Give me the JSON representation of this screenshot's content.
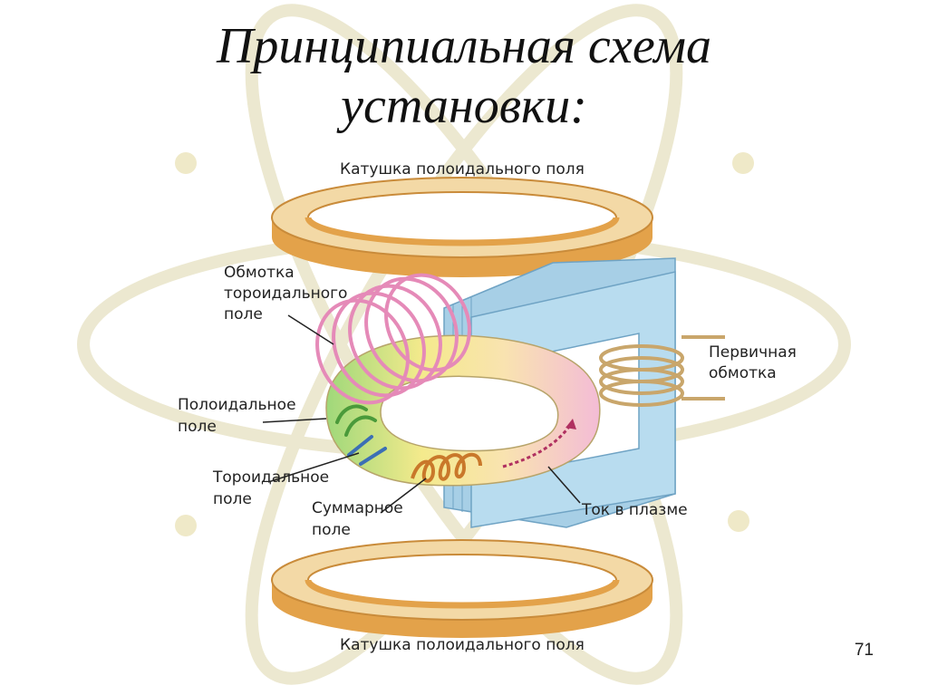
{
  "slide": {
    "title_line1": "Принципиальная схема",
    "title_line2": "установки:",
    "page_number": "71"
  },
  "labels": {
    "top_coil": "Катушка полоидального поля",
    "bottom_coil": "Катушка полоидального поля",
    "toroidal_winding": [
      "Обмотка",
      "тороидального",
      "поле"
    ],
    "poloidal_field": [
      "Полоидальное",
      "поле"
    ],
    "toroidal_field": [
      "Тороидальное",
      "поле"
    ],
    "total_field": [
      "Суммарное",
      "поле"
    ],
    "plasma_current": "Ток в плазме",
    "primary_winding": [
      "Первичная",
      "обмотка"
    ]
  },
  "colors": {
    "coil_face": "#f3d9a6",
    "coil_edge": "#e3a24a",
    "core_face": "#b8dcef",
    "core_edge": "#7fb4d3",
    "winding_pink": "#e58ab8",
    "torus_pink": "#f3bcd6",
    "torus_yellow": "#f4ea8c",
    "torus_green": "#9fd87a",
    "field_arrow_green": "#4a9a3a",
    "field_arrow_blue": "#3b6fb5",
    "spiral_orange": "#c9782a",
    "plasma_current_red": "#b03060",
    "background_watermark": "#eae6cc"
  }
}
